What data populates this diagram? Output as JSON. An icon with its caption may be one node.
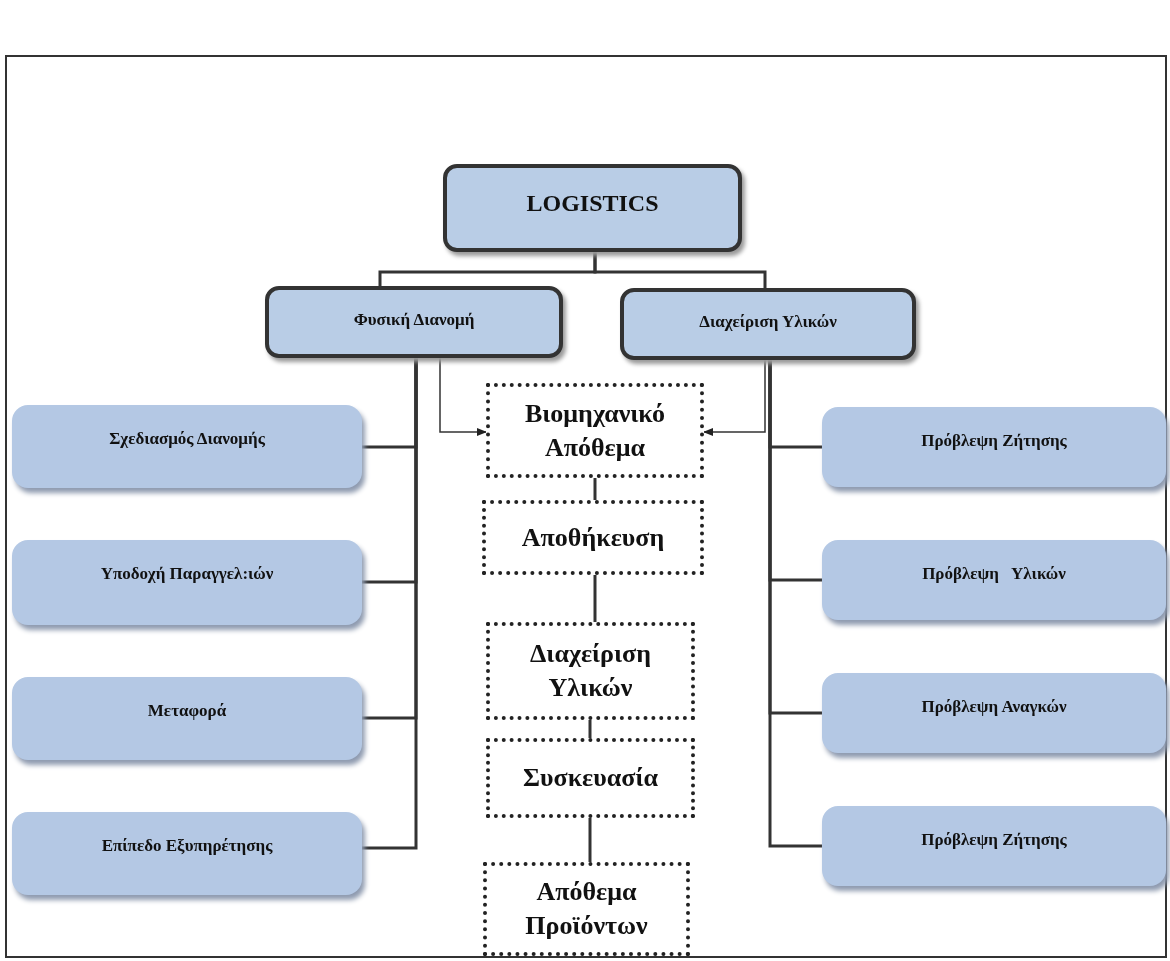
{
  "diagram": {
    "nodes": [
      {
        "text": [
          "LOGISTICS"
        ]
      },
      {
        "text": [
          "Φυσική Διανομή"
        ]
      },
      {
        "text": [
          "Διαχείριση Υλικών"
        ]
      },
      {
        "text": [
          "Βιομηχανικό Απόθεμα"
        ]
      },
      {
        "text": [
          "Αποθήκευση"
        ]
      },
      {
        "text": [
          "Διαχείριση Υλικών"
        ]
      },
      {
        "text": [
          "Συσκευασία"
        ]
      },
      {
        "text": [
          "Απόθεμα Προϊόντων"
        ]
      },
      {
        "text": [
          "Σχεδιασμός Διανομής"
        ]
      },
      {
        "text": [
          "Υποδοχή Παραγγελ:ιών"
        ]
      },
      {
        "text": [
          "Μεταφορά"
        ]
      },
      {
        "text": [
          "Επίπεδο Εξυπηρέτησης"
        ]
      },
      {
        "text": [
          "Πρόβλεψη Ζήτησης"
        ]
      },
      {
        "text": [
          "Πρόβλεψη   Υλικών"
        ]
      },
      {
        "text": [
          "Πρόβλεψη Αναγκών"
        ]
      },
      {
        "text": [
          "Πρόβλεψη Ζήτησης"
        ]
      }
    ],
    "edges": [
      {
        "from": 0,
        "to": 1,
        "arrow": "none"
      },
      {
        "from": 0,
        "to": 2,
        "arrow": "none"
      },
      {
        "from": 1,
        "to": 8,
        "arrow": "none"
      },
      {
        "from": 1,
        "to": 9,
        "arrow": "none"
      },
      {
        "from": 1,
        "to": 10,
        "arrow": "none"
      },
      {
        "from": 1,
        "to": 11,
        "arrow": "none"
      },
      {
        "from": 1,
        "to": 3,
        "arrow": "to"
      },
      {
        "from": 2,
        "to": 3,
        "arrow": "to"
      },
      {
        "from": 2,
        "to": 12,
        "arrow": "none"
      },
      {
        "from": 2,
        "to": 13,
        "arrow": "none"
      },
      {
        "from": 2,
        "to": 14,
        "arrow": "none"
      },
      {
        "from": 2,
        "to": 15,
        "arrow": "none"
      },
      {
        "from": 3,
        "to": 4,
        "arrow": "none"
      },
      {
        "from": 4,
        "to": 5,
        "arrow": "none"
      },
      {
        "from": 5,
        "to": 6,
        "arrow": "none"
      },
      {
        "from": 6,
        "to": 7,
        "arrow": "none"
      }
    ]
  }
}
